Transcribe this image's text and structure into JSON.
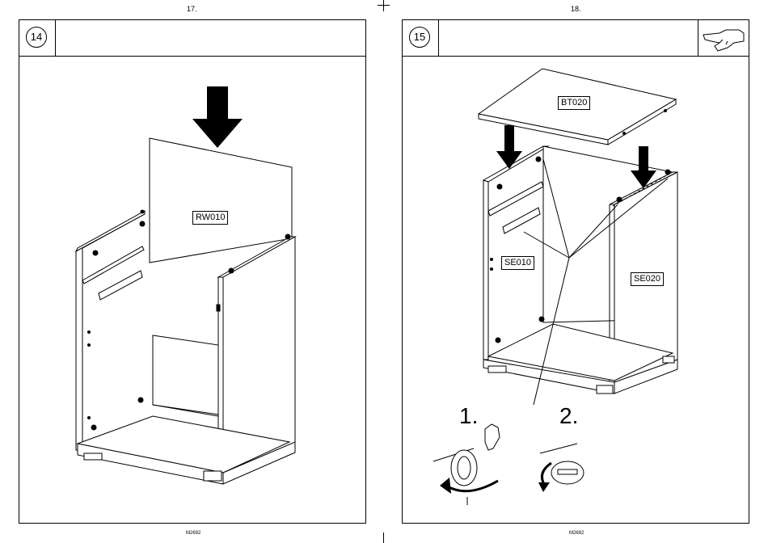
{
  "pages": [
    {
      "number": "17.",
      "step": "14",
      "footer": "M2692",
      "part_labels": [
        "RW010"
      ]
    },
    {
      "number": "18.",
      "step": "15",
      "footer": "M2692",
      "part_labels": [
        "BT020",
        "SE010",
        "SE020"
      ],
      "substeps": [
        "1.",
        "2."
      ]
    }
  ],
  "icons": [
    "down-arrow-icon",
    "pointing-hand-icon",
    "rotate-arrow-icon",
    "cam-lock-icon"
  ]
}
